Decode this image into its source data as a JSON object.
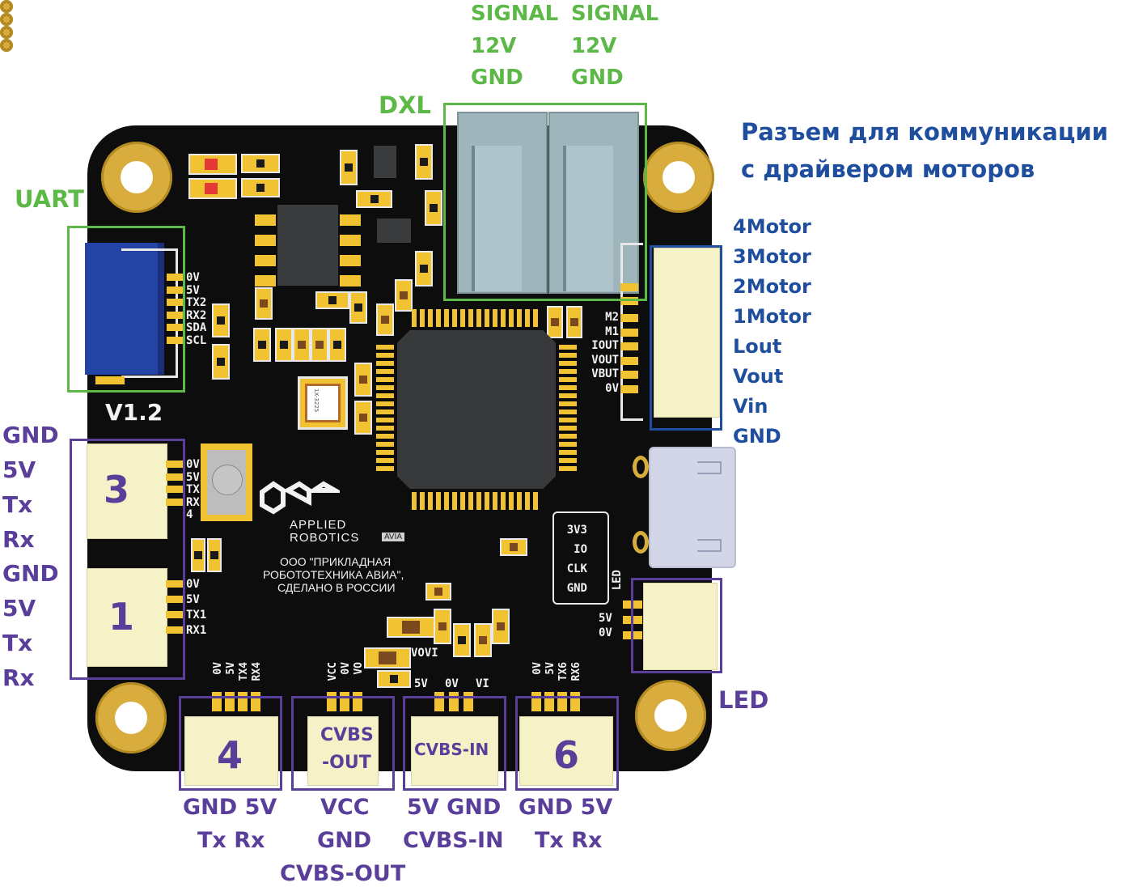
{
  "title": "Applied Robotics AVIA flight controller board pinout",
  "colors": {
    "uart_dxl": "#5cb847",
    "motor_driver": "#1f4e9e",
    "peripheral_ports": "#5a3f9a",
    "pcb": "#0d0d0d",
    "pad": "#f1c232"
  },
  "board": {
    "version": "V1.2",
    "logo_line1": "APPLIED",
    "logo_line2": "ROBOTICS",
    "logo_badge": "AVIA",
    "maker_line1": "ООО \"ПРИКЛАДНАЯ",
    "maker_line2": "РОБОТОТЕХНИКА АВИА\",",
    "maker_line3": "СДЕЛАНО В РОССИИ",
    "crystal_mark": "1X-3225",
    "uart_silk": [
      "0V",
      "5V",
      "TX2",
      "RX2",
      "SDA",
      "SCL"
    ],
    "motor_silk": [
      "M2",
      "M1",
      "IOUT",
      "VOUT",
      "VBUT",
      "0V"
    ],
    "port3_silk": [
      "0V",
      "5V",
      "TX",
      "RX",
      "4"
    ],
    "port1_silk": [
      "0V",
      "5V",
      "TX1",
      "RX1"
    ],
    "port4_silk": [
      "0V",
      "5V",
      "TX4",
      "RX4"
    ],
    "cvbs_out_silk": [
      "VCC",
      "0V",
      "VO"
    ],
    "cvbs_in_silk": [
      "5V",
      "0V",
      "VI"
    ],
    "port6_silk": [
      "0V",
      "5V",
      "TX6",
      "RX6"
    ],
    "led_silk": [
      "LED",
      "5V",
      "0V"
    ],
    "swd_silk": [
      "3V3",
      "IO",
      "CLK",
      "GND"
    ],
    "vo_vi_silk": "VOVI"
  },
  "annotations": {
    "dxl": {
      "title": "DXL",
      "col1": [
        "SIGNAL",
        "12V",
        "GND"
      ],
      "col2": [
        "SIGNAL",
        "12V",
        "GND"
      ]
    },
    "uart": {
      "title": "UART"
    },
    "motor_driver": {
      "title_line1": "Разъем для коммуникации",
      "title_line2": "с драйвером моторов",
      "pins": [
        "4Motor",
        "3Motor",
        "2Motor",
        "1Motor",
        "Lout",
        "Vout",
        "Vin",
        "GND"
      ]
    },
    "port3": {
      "number": "3",
      "pins": [
        "GND",
        "5V",
        "Tx",
        "Rx"
      ]
    },
    "port1": {
      "number": "1",
      "pins": [
        "GND",
        "5V",
        "Tx",
        "Rx"
      ]
    },
    "port4": {
      "number": "4",
      "line1": "GND 5V",
      "line2": "Tx Rx"
    },
    "cvbs_out": {
      "box_line1": "CVBS",
      "box_line2": "-OUT",
      "line1": "VCC",
      "line2": "GND",
      "line3": "CVBS-OUT"
    },
    "cvbs_in": {
      "box_label": "CVBS-IN",
      "line1": "5V GND",
      "line2": "CVBS-IN"
    },
    "port6": {
      "number": "6",
      "line1": "GND 5V",
      "line2": "Tx Rx"
    },
    "led": {
      "title": "LED"
    }
  }
}
